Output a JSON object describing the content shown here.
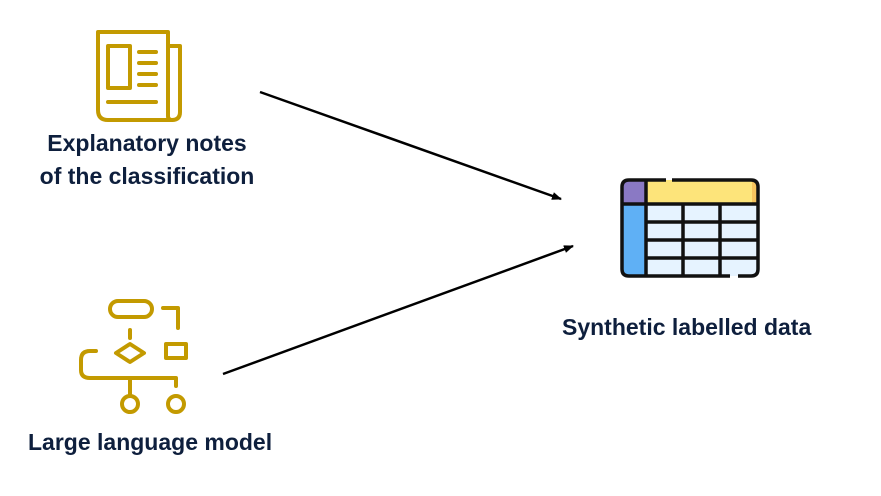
{
  "nodes": {
    "notes": {
      "label_line1": "Explanatory notes",
      "label_line2": "of the classification",
      "icon": "newspaper-icon"
    },
    "llm": {
      "label": "Large language model",
      "icon": "flowchart-icon"
    },
    "synthetic": {
      "label": "Synthetic labelled data",
      "icon": "table-icon"
    }
  },
  "edges": [
    {
      "from": "notes",
      "to": "synthetic"
    },
    {
      "from": "llm",
      "to": "synthetic"
    }
  ],
  "colors": {
    "icon_gold": "#c39a00",
    "text_navy": "#0e1f3d",
    "arrow": "#000000",
    "table_header": "#fde47a",
    "table_corner": "#8a79c4",
    "table_side": "#5fb0f5",
    "table_cells": "#e6f3ff",
    "table_outline": "#111111"
  }
}
